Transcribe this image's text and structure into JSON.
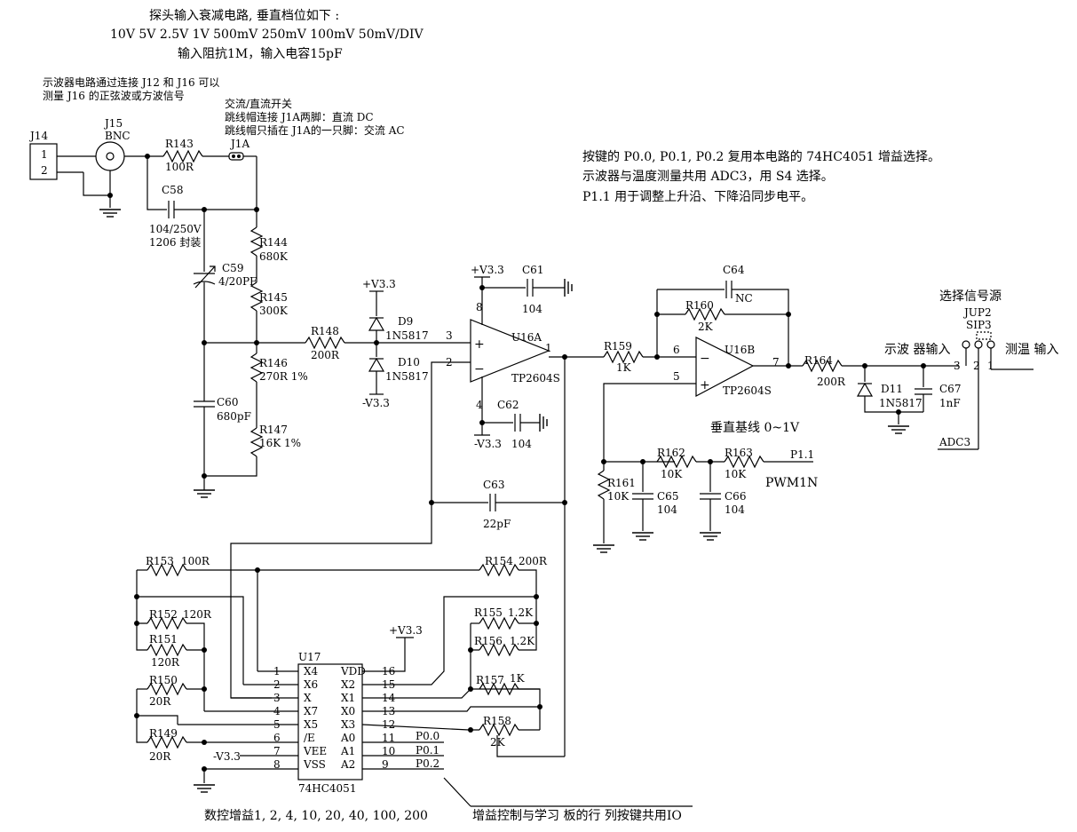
{
  "notes": {
    "top1": "探头输入衰减电路, 垂直档位如下 :",
    "top2": "10V 5V 2.5V 1V 500mV 250mV 100mV 50mV/DIV",
    "top3": "输入阻抗1M，输入电容15pF",
    "j_note1": "示波器电路通过连接 J12 和 J16 可以",
    "j_note2": "测量 J16 的正弦波或方波信号",
    "ac_title": "交流/直流开关",
    "ac_1": "跳线帽连接 J1A两脚：直流 DC",
    "ac_2": "跳线帽只插在 J1A的一只脚：交流 AC",
    "right1": "按键的 P0.0, P0.1, P0.2 复用本电路的 74HC4051 增益选择。",
    "right2": "示波器与温度测量共用  ADC3，用 S4 选择。",
    "right3": "P1.1 用于调整上升沿、下降沿同步电平。",
    "select_src": "选择信号源",
    "osc_in": "示波 器输入",
    "temp_in": "测温 输入",
    "vbase": "垂直基线 0~1V",
    "gain": "数控增益1, 2, 4, 10, 20, 40, 100, 200",
    "gain_io": "增益控制与学习 板的行 列按键共用IO"
  },
  "labels": {
    "J14": "J14",
    "J14_p1": "1",
    "J14_p2": "2",
    "J15": "J15",
    "BNC": "BNC",
    "R143": "R143",
    "R143v": "100R",
    "J1A": "J1A",
    "C58": "C58",
    "C58v": "104/250V",
    "C58p": "1206 封装",
    "C59": "C59",
    "C59v": "4/20PF",
    "R144": "R144",
    "R144v": "680K",
    "R145": "R145",
    "R145v": "300K",
    "R146": "R146",
    "R146v": "270R 1%",
    "R147": "R147",
    "R147v": "16K 1%",
    "C60": "C60",
    "C60v": "680pF",
    "R148": "R148",
    "R148v": "200R",
    "V33a": "+V3.3",
    "D9": "D9",
    "D9v": "1N5817",
    "D10": "D10",
    "D10v": "1N5817",
    "V33b": "-V3.3",
    "V33c": "+V3.3",
    "C61": "C61",
    "C61v": "104",
    "U16A": "U16A",
    "TP2604S_a": "TP2604S",
    "pin8": "8",
    "pin3": "3",
    "pin2": "2",
    "pin1": "1",
    "pin4": "4",
    "C62": "C62",
    "C62v": "104",
    "V33d": "-V3.3",
    "C63": "C63",
    "C63v": "22pF",
    "C64": "C64",
    "C64v": "NC",
    "R160": "R160",
    "R160v": "2K",
    "R159": "R159",
    "R159v": "1K",
    "U16B": "U16B",
    "TP2604S_b": "TP2604S",
    "pin6": "6",
    "pin5": "5",
    "pin7": "7",
    "R164": "R164",
    "R164v": "200R",
    "D11": "D11",
    "D11v": "1N5817",
    "C67": "C67",
    "C67v": "1nF",
    "JUP2": "JUP2",
    "SIP3": "SIP3",
    "jp3": "3",
    "jp2": "2",
    "jp1": "1",
    "ADC3": "ADC3",
    "R161": "R161",
    "R161v": "10K",
    "R162": "R162",
    "R162v": "10K",
    "R163": "R163",
    "R163v": "10K",
    "C65": "C65",
    "C65v": "104",
    "C66": "C66",
    "C66v": "104",
    "P11": "P1.1",
    "PWM1N": "PWM1N",
    "R153": "R153",
    "R153v": "100R",
    "R154": "R154",
    "R154v": "200R",
    "R152": "R152",
    "R152v": "120R",
    "R151": "R151",
    "R151v": "120R",
    "R155": "R155",
    "R155v": "1.2K",
    "R156": "R156",
    "R156v": "1.2K",
    "R150": "R150",
    "R150v": "20R",
    "R149": "R149",
    "R149v": "20R",
    "R157": "R157",
    "R157v": "1K",
    "R158": "R158",
    "R158v": "2K",
    "V33e": "+V3.3",
    "V33f": "-V3.3",
    "U17": "U17",
    "U17v": "74HC4051",
    "P00": "P0.0",
    "P01": "P0.1",
    "P02": "P0.2"
  },
  "ic_pins": {
    "left_nums": [
      "1",
      "2",
      "3",
      "4",
      "5",
      "6",
      "7",
      "8"
    ],
    "left_names": [
      "X4",
      "X6",
      "X",
      "X7",
      "X5",
      "/E",
      "VEE",
      "VSS"
    ],
    "right_nums": [
      "16",
      "15",
      "14",
      "13",
      "12",
      "11",
      "10",
      "9"
    ],
    "right_names": [
      "VDD",
      "X2",
      "X1",
      "X0",
      "X3",
      "A0",
      "A1",
      "A2"
    ]
  }
}
